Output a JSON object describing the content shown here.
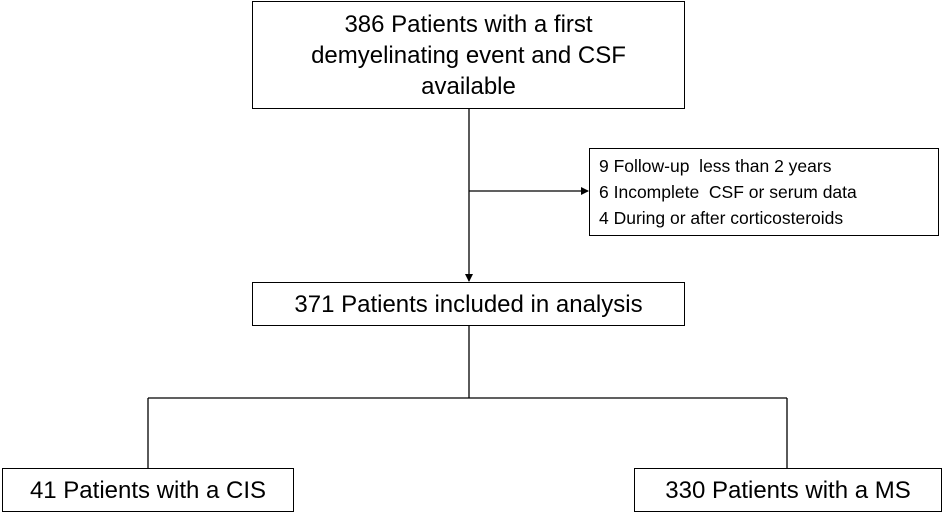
{
  "flowchart": {
    "start": {
      "lines": [
        "386 Patients with a first",
        "demyelinating event and CSF",
        "available"
      ]
    },
    "exclusions": {
      "items": [
        "9 Follow-up  less than 2 years",
        "6 Incomplete  CSF or serum data",
        "4 During or after corticosteroids"
      ]
    },
    "included": {
      "label": "371 Patients included in analysis"
    },
    "groups": {
      "cis": {
        "label": "41 Patients with a CIS"
      },
      "ms": {
        "label": "330 Patients with a MS"
      }
    }
  }
}
